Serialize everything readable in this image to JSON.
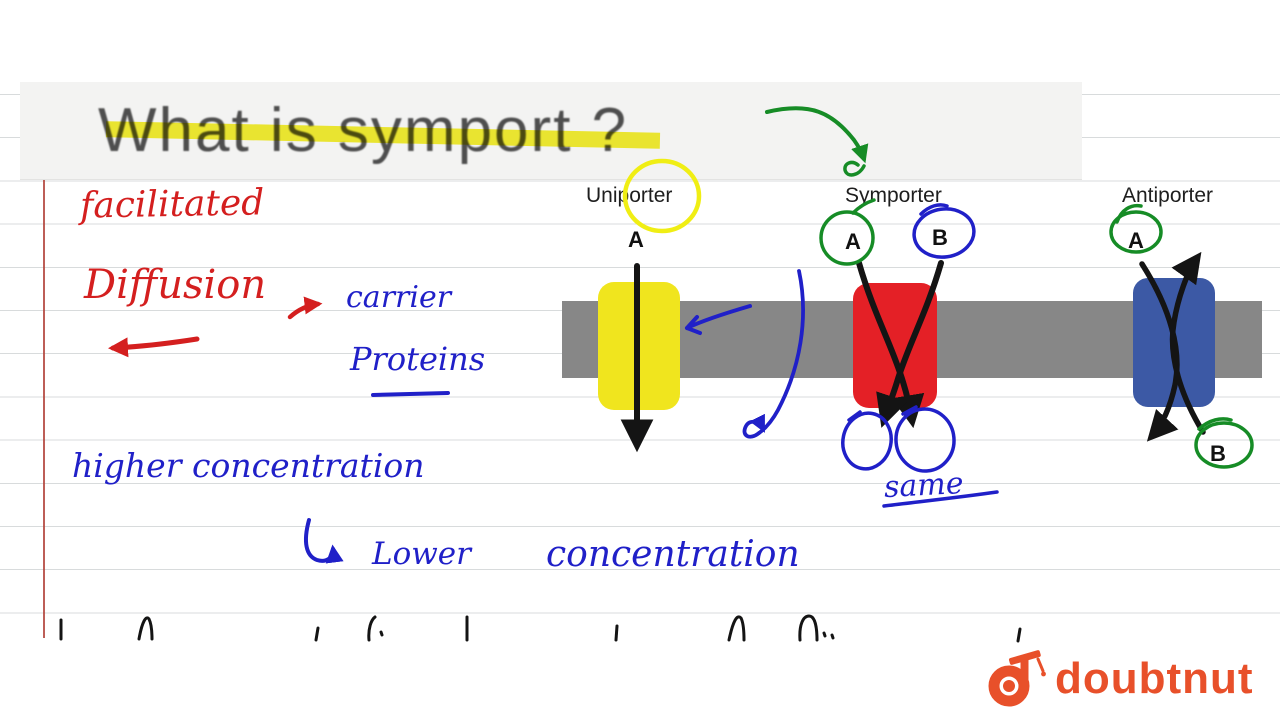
{
  "banner": {
    "title": "What is symport ?"
  },
  "handwriting": {
    "facilitated": "facilitated",
    "diffusion": "Diffusion",
    "carrier": "carrier",
    "proteins": "Proteins",
    "higher_concentration": "higher concentration",
    "lower": "Lower",
    "concentration": "concentration",
    "same": "same"
  },
  "diagram": {
    "membrane_color": "#878787",
    "uniporter": {
      "name": "Uniporter",
      "molecule_a": "A",
      "color": "#f0e51e"
    },
    "symporter": {
      "name": "Symporter",
      "molecule_a": "A",
      "molecule_b": "B",
      "color": "#e42026"
    },
    "antiporter": {
      "name": "Antiporter",
      "molecule_a": "A",
      "molecule_b": "B",
      "color": "#3c59a5"
    }
  },
  "annotations": {
    "pen_red": "#d41f1f",
    "pen_blue": "#2020c8",
    "pen_green": "#168c26",
    "highlighter_yellow": "#f2ec10"
  },
  "watermark": {
    "brand": "doubtnut",
    "color": "#e8502a"
  }
}
